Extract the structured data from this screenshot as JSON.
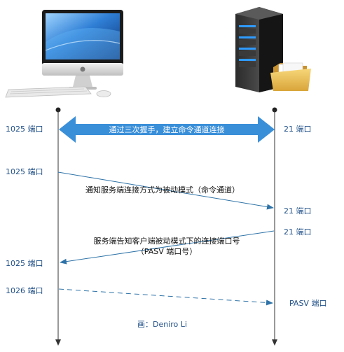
{
  "labels": {
    "left_1": "1025 端口",
    "left_2": "1025 端口",
    "left_3": "1025 端口",
    "left_4": "1026 端口",
    "right_1": "21 端口",
    "right_2": "21 端口",
    "right_3": "21 端口",
    "right_4": "PASV 端口"
  },
  "messages": {
    "handshake": "通过三次握手，建立命令通道连接",
    "passive_request": "通知服务端连接方式为被动模式（命令通道）",
    "port_reply_line1": "服务端告知客户端被动模式下的连接端口号",
    "port_reply_line2": "（PASV 端口号）"
  },
  "credit": "画：Deniro Li",
  "icons": {
    "client": "imac-computer-icon",
    "server": "server-tower-icon",
    "folder": "folder-icon"
  },
  "colors": {
    "handshake_arrow": "#3a8fd9",
    "message_line": "#2e73a8",
    "label_text": "#1f4f87",
    "lifeline": "#333333"
  }
}
